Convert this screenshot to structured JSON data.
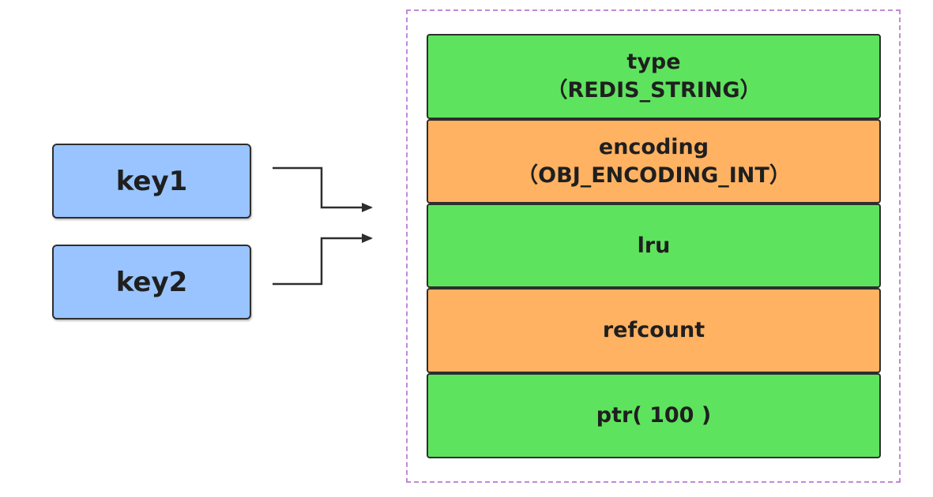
{
  "keys": [
    {
      "label": "key1"
    },
    {
      "label": "key2"
    }
  ],
  "object": {
    "fields": [
      {
        "line1": "type",
        "line2": "（REDIS_STRING）"
      },
      {
        "line1": "encoding",
        "line2": "（OBJ_ENCODING_INT）"
      },
      {
        "line1": "lru",
        "line2": ""
      },
      {
        "line1": "refcount",
        "line2": ""
      },
      {
        "line1": "ptr( 100 )",
        "line2": ""
      }
    ]
  },
  "colors": {
    "key_fill": "#99c4ff",
    "field_green": "#5ee35e",
    "field_orange": "#ffb262",
    "container_border": "#c08ad8",
    "stroke": "#2e2e2e"
  }
}
